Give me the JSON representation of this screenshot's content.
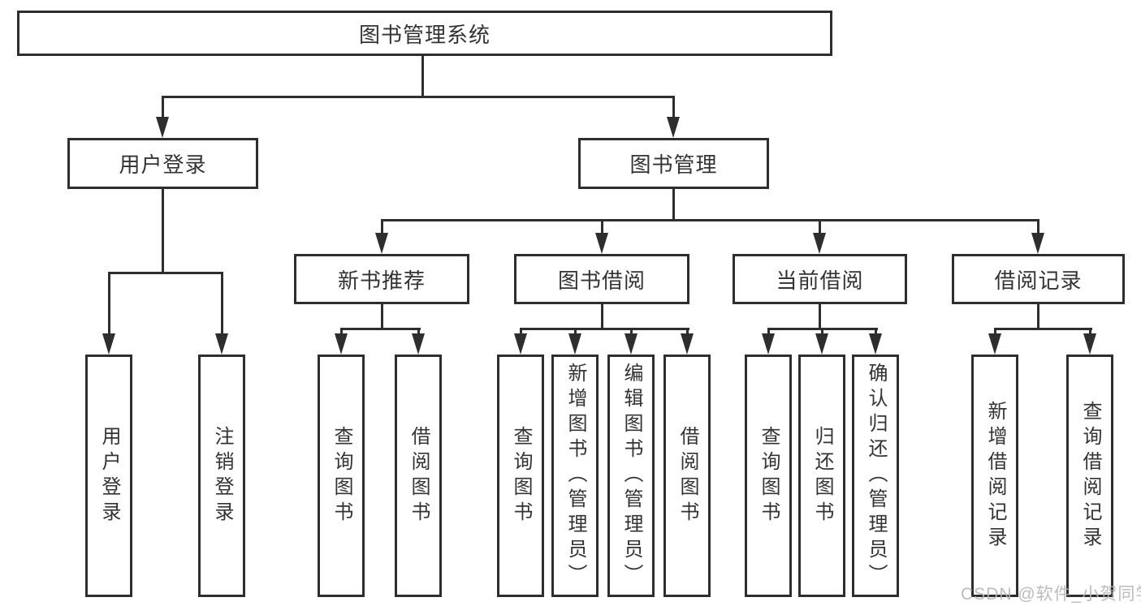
{
  "colors": {
    "line": "#2e2e2e",
    "text": "#333333",
    "background": "#ffffff",
    "watermark": "#b5b5b5"
  },
  "watermark": {
    "text": "CSDN @软件_小贺同学"
  },
  "hierarchy": {
    "label": "图书管理系统",
    "children": [
      {
        "label": "用户登录",
        "children": [
          {
            "label": "用户登录"
          },
          {
            "label": "注销登录"
          }
        ]
      },
      {
        "label": "图书管理",
        "children": [
          {
            "label": "新书推荐",
            "children": [
              {
                "label": "查询图书"
              },
              {
                "label": "借阅图书"
              }
            ]
          },
          {
            "label": "图书借阅",
            "children": [
              {
                "label": "查询图书"
              },
              {
                "label": "新增图书（管理员）"
              },
              {
                "label": "编辑图书（管理员）"
              },
              {
                "label": "借阅图书"
              }
            ]
          },
          {
            "label": "当前借阅",
            "children": [
              {
                "label": "查询图书"
              },
              {
                "label": "归还图书"
              },
              {
                "label": "确认归还（管理员）"
              }
            ]
          },
          {
            "label": "借阅记录",
            "children": [
              {
                "label": "新增借阅记录"
              },
              {
                "label": "查询借阅记录"
              }
            ]
          }
        ]
      }
    ]
  }
}
